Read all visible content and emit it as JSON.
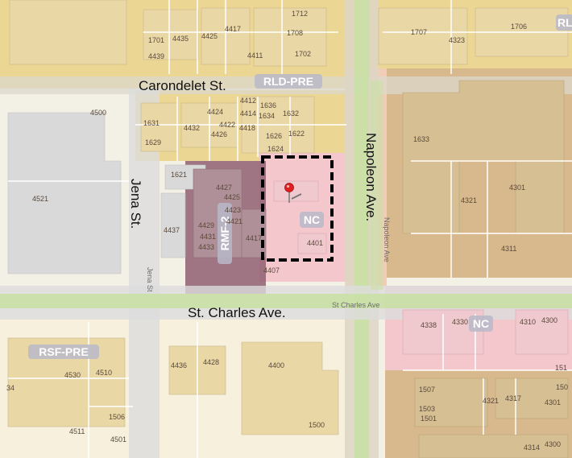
{
  "colors": {
    "background": "#f3f0e6",
    "street": "#dcdcdc",
    "median": "#c9e0a4",
    "rld_zone": "#ecd693",
    "nc_zone": "#f4c7cd",
    "rmf_zone": "#8f5f72",
    "commercial_zone": "#d8b88d",
    "rsf_zone": "#f6f0dc",
    "site_border": "#000000",
    "pin": "#e02020"
  },
  "streets": {
    "carondelet": "Carondelet St.",
    "napoleon": "Napoleon Ave.",
    "jena": "Jena St.",
    "st_charles": "St. Charles Ave.",
    "napoleon_small": "Napoleon Ave",
    "jena_small": "Jena St",
    "st_charles_small": "St Charles Ave"
  },
  "zones": {
    "rld_pre": "RLD-PRE",
    "nc_site": "NC",
    "rmf": "RMF-2",
    "rsf_pre": "RSF-PRE",
    "nc_south": "NC",
    "rl_partial": "RL"
  },
  "parcels": {
    "p1712": "1712",
    "p1701": "1701",
    "p4435": "4435",
    "p4425": "4425",
    "p4417n": "4417",
    "p1708": "1708",
    "p4439": "4439",
    "p4411": "4411",
    "p1702": "1702",
    "p1707": "1707",
    "p4323": "4323",
    "p1706": "1706",
    "p4500": "4500",
    "p1631": "1631",
    "p4432": "4432",
    "p4424": "4424",
    "p4422": "4422",
    "p4426": "4426",
    "p4412": "4412",
    "p4414": "4414",
    "p4418": "4418",
    "p1636": "1636",
    "p1634": "1634",
    "p1632": "1632",
    "p1626": "1626",
    "p1622": "1622",
    "p1624": "1624",
    "p1629": "1629",
    "p1633": "1633",
    "p4521": "4521",
    "p1621": "1621",
    "p4427": "4427",
    "p4425s": "4425",
    "p4423": "4423",
    "p4421": "4421",
    "p4437": "4437",
    "p4429": "4429",
    "p4431": "4431",
    "p4433": "4433",
    "p4417s": "4417",
    "p4401": "4401",
    "p4407": "4407",
    "p4321": "4321",
    "p4301": "4301",
    "p4311": "4311",
    "p4338": "4338",
    "p4330": "4330",
    "p4310": "4310",
    "p4300": "4300",
    "p34": "34",
    "p4530": "4530",
    "p4510": "4510",
    "p4436": "4436",
    "p4428": "4428",
    "p4400": "4400",
    "p151": "151",
    "p1507": "1507",
    "p150": "150",
    "p1503": "1503",
    "p1501": "1501",
    "p4321s": "4321",
    "p4317": "4317",
    "p4301s": "4301",
    "p1506": "1506",
    "p4511": "4511",
    "p4501": "4501",
    "p1500": "1500",
    "p4314": "4314",
    "p4300s": "4300"
  },
  "pin": {
    "icon": "map-pin-icon"
  }
}
